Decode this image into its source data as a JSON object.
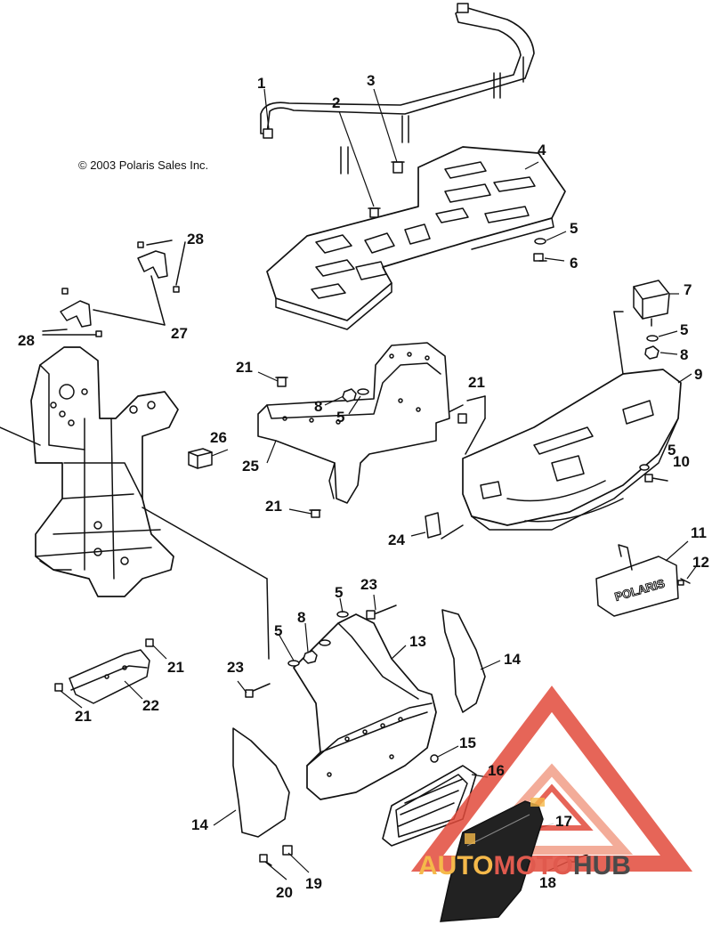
{
  "copyright": "© 2003 Polaris Sales Inc.",
  "callouts": [
    {
      "id": "c1",
      "text": "1"
    },
    {
      "id": "c2",
      "text": "2"
    },
    {
      "id": "c3",
      "text": "3"
    },
    {
      "id": "c4",
      "text": "4"
    },
    {
      "id": "c5a",
      "text": "5"
    },
    {
      "id": "c6",
      "text": "6"
    },
    {
      "id": "c7",
      "text": "7"
    },
    {
      "id": "c5b",
      "text": "5"
    },
    {
      "id": "c8a",
      "text": "8"
    },
    {
      "id": "c9",
      "text": "9"
    },
    {
      "id": "c5c",
      "text": "5"
    },
    {
      "id": "c10",
      "text": "10"
    },
    {
      "id": "c11",
      "text": "11"
    },
    {
      "id": "c12",
      "text": "12"
    },
    {
      "id": "c28a",
      "text": "28"
    },
    {
      "id": "c27",
      "text": "27"
    },
    {
      "id": "c28b",
      "text": "28"
    },
    {
      "id": "c21a",
      "text": "21"
    },
    {
      "id": "c8b",
      "text": "8"
    },
    {
      "id": "c5d",
      "text": "5"
    },
    {
      "id": "c21b",
      "text": "21"
    },
    {
      "id": "c26",
      "text": "26"
    },
    {
      "id": "c25",
      "text": "25"
    },
    {
      "id": "c21c",
      "text": "21"
    },
    {
      "id": "c24",
      "text": "24"
    },
    {
      "id": "c5e",
      "text": "5"
    },
    {
      "id": "c23a",
      "text": "23"
    },
    {
      "id": "c8c",
      "text": "8"
    },
    {
      "id": "c5f",
      "text": "5"
    },
    {
      "id": "c13",
      "text": "13"
    },
    {
      "id": "c14a",
      "text": "14"
    },
    {
      "id": "c23b",
      "text": "23"
    },
    {
      "id": "c21d",
      "text": "21"
    },
    {
      "id": "c22",
      "text": "22"
    },
    {
      "id": "c21e",
      "text": "21"
    },
    {
      "id": "c15",
      "text": "15"
    },
    {
      "id": "c16",
      "text": "16"
    },
    {
      "id": "c14b",
      "text": "14"
    },
    {
      "id": "c17",
      "text": "17"
    },
    {
      "id": "c18",
      "text": "18"
    },
    {
      "id": "c20",
      "text": "20"
    },
    {
      "id": "c19",
      "text": "19"
    }
  ],
  "emblem_text": "POLARIS",
  "watermark": {
    "parts": [
      "AUTO",
      "MOTO",
      "HUB"
    ],
    "colors": {
      "tri_outer": "#e24a3b",
      "tri_inner": "#f2a38e",
      "auto": "#f5b94a",
      "moto": "#e05a4e",
      "hub": "#4a4a4a"
    }
  },
  "colors": {
    "line": "#111111",
    "fill": "#ffffff",
    "dark": "#222222"
  }
}
